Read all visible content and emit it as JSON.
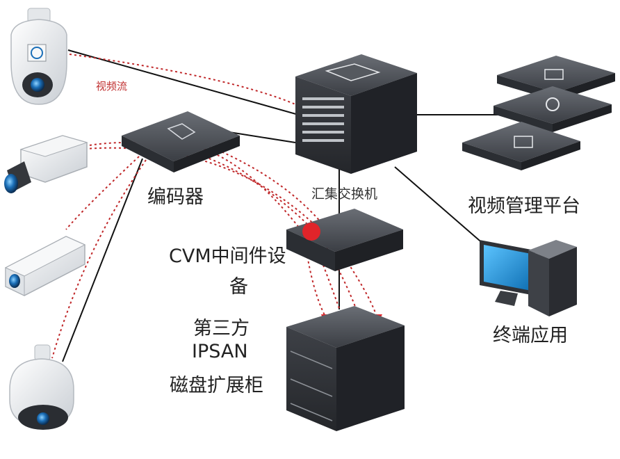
{
  "labels": {
    "video_stream": "视频流",
    "encoder": "编码器",
    "core_switch": "汇集交换机",
    "video_management_platform": "视频管理平台",
    "cvm_line1": "CVM中间件设",
    "cvm_line2": "备",
    "ipsan_line1": "第三方",
    "ipsan_line2": "IPSAN",
    "ipsan_line3": "磁盘扩展柜",
    "terminal_app": "终端应用"
  },
  "colors": {
    "line": "#111111",
    "stream": "#c0282a",
    "device_dark": "#3a3d42",
    "device_mid": "#5a5e64",
    "camera_body": "#eef0f2",
    "screen": "#1c8fd6"
  },
  "icons": [
    "dome-camera-icon",
    "box-camera-icon",
    "bullet-camera-icon",
    "ptz-dome-camera-icon",
    "encoder-icon",
    "core-switch-icon",
    "server-stack-icon",
    "cvm-device-icon",
    "ipsan-storage-icon",
    "desktop-computer-icon"
  ]
}
